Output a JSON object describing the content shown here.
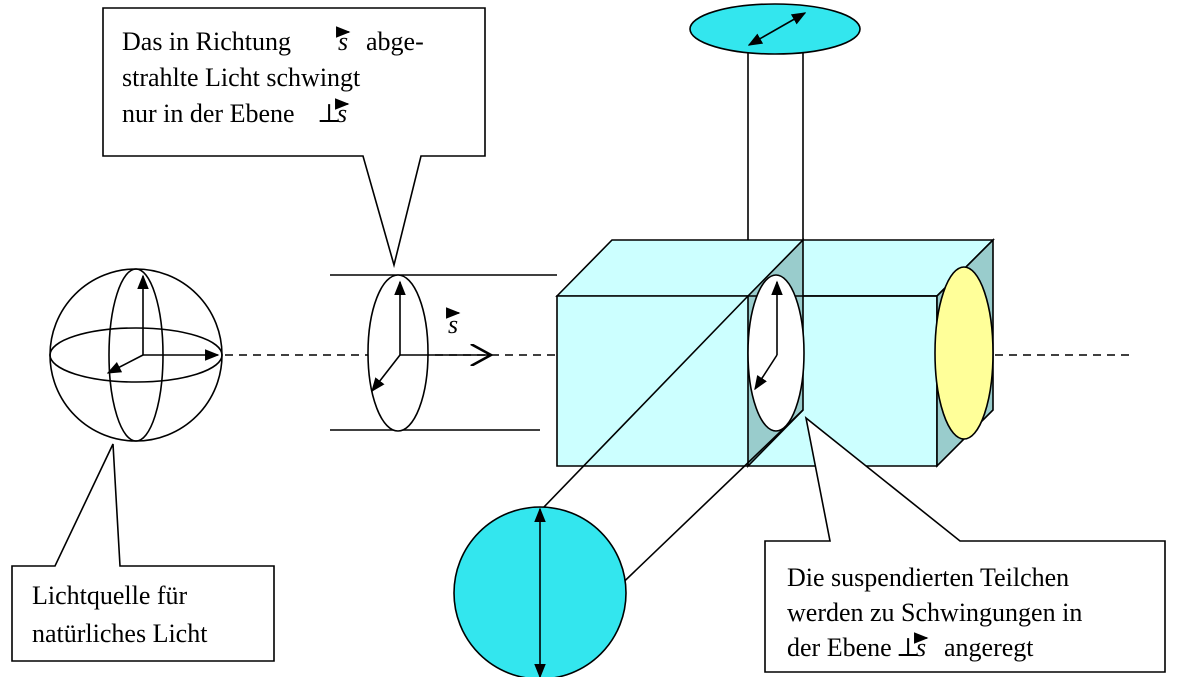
{
  "callout_top": {
    "line1_a": "Das in Richtung",
    "line1_vec": "s",
    "line1_b": "abge-",
    "line2": "strahlte Licht schwingt",
    "line3_a": "nur in der Ebene",
    "line3_perp": "⊥",
    "line3_vec": "s"
  },
  "callout_left": {
    "line1": "Lichtquelle für",
    "line2": "natürliches Licht"
  },
  "callout_right": {
    "line1": "Die suspendierten Teilchen",
    "line2": "werden zu Schwingungen in",
    "line3_a": "der Ebene",
    "line3_perp": "⊥",
    "line3_vec": "s",
    "line3_b": "angeregt"
  },
  "beam_label": "s",
  "colors": {
    "box_fill": "#ccffff",
    "box_face_dark": "#99cccc",
    "cyan": "#33e6ee",
    "yellow": "#ffff99"
  }
}
